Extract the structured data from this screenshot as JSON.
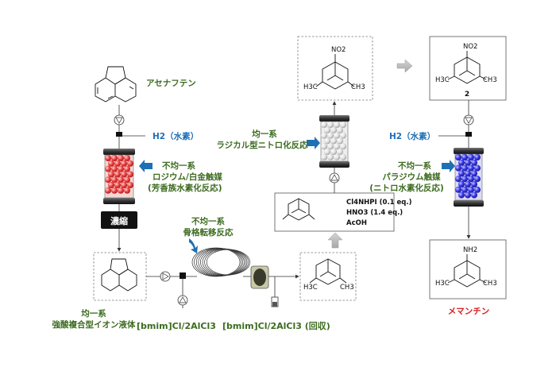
{
  "labels": {
    "acenaphthene": "アセナフテン",
    "h2_left": "H2（水素）",
    "h2_right": "H2（水素）",
    "rh_pt_line1": "不均一系",
    "rh_pt_line2": "ロジウム/白金触媒",
    "rh_pt_line3": "(芳香族水素化反応)",
    "concentrate": "濃縮",
    "skeletal_line1": "不均一系",
    "skeletal_line2": "骨格転移反応",
    "ionic_line1": "均一系",
    "ionic_line2": "強酸複合型イオン液体",
    "bmim_feed": "[bmim]Cl/2AlCl3",
    "bmim_recover": "[bmim]Cl/2AlCl3 (回収)",
    "radical_line1": "均一系",
    "radical_line2": "ラジカル型ニトロ化反応",
    "pd_line1": "不均一系",
    "pd_line2": "パラジウム触媒",
    "pd_line3": "(ニトロ水素化反応)",
    "memantine": "メマンチン",
    "compound_2": "2"
  },
  "reagents": {
    "line1": "Cl4NHPI (0.1 eq.)",
    "line2": "HNO3 (1.4 eq.)",
    "line3": "AcOH"
  },
  "chem": {
    "no2": "NO2",
    "nh2": "NH2",
    "h3c": "H3C",
    "ch3": "CH3"
  },
  "colors": {
    "green_text": "#3c6b1f",
    "blue_text": "#1f6fb5",
    "red_text": "#d81e1e",
    "arrow_blue": "#1f6fb5",
    "arrow_grey": "#b9b9b9",
    "reactor_red": "#e53939",
    "reactor_white": "#d9d9d9",
    "reactor_blue": "#3030d8",
    "concentrate_bg": "#111111"
  },
  "icons": [
    "valve-icon",
    "pump-icon",
    "coil-reactor-icon",
    "separator-icon",
    "packed-column-icon",
    "arrow-right-icon",
    "arrow-up-icon"
  ]
}
